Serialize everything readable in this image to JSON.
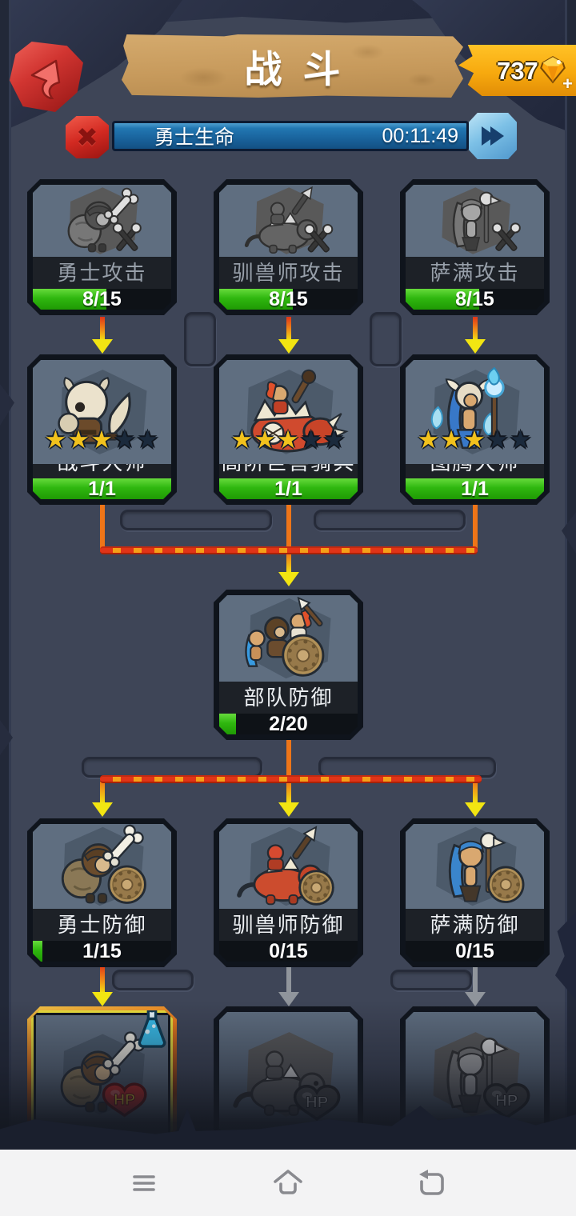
{
  "header": {
    "title": "战斗",
    "currency": {
      "amount": "737",
      "add_label": "+"
    }
  },
  "timer": {
    "label": "勇士生命",
    "time": "00:11:49"
  },
  "colors": {
    "accent_gold": "#f7a90e",
    "progress_green": "#2fb70f",
    "timer_blue": "#1a659f",
    "lava_red": "#e03418",
    "arrow_yellow": "#f2e512",
    "inactive_grey": "#90959c"
  },
  "tree": {
    "nodes": [
      {
        "id": "warrior-attack",
        "label": "勇士攻击",
        "progress": "8/15",
        "pct": 53,
        "col": 0,
        "row": "r1",
        "state": "locked",
        "icon": "warriorAtk"
      },
      {
        "id": "beastmaster-attack",
        "label": "驯兽师攻击",
        "progress": "8/15",
        "pct": 53,
        "col": 1,
        "row": "r1",
        "state": "locked",
        "icon": "beastAtk"
      },
      {
        "id": "shaman-attack",
        "label": "萨满攻击",
        "progress": "8/15",
        "pct": 53,
        "col": 2,
        "row": "r1",
        "state": "locked",
        "icon": "shamanAtk"
      },
      {
        "id": "battle-master",
        "label": "战斗大师",
        "progress": "1/1",
        "pct": 100,
        "stars": 3,
        "stars_total": 5,
        "col": 0,
        "row": "r2",
        "state": "active",
        "icon": "warriorMaster"
      },
      {
        "id": "beast-cavalry",
        "label": "高阶巨兽骑兵",
        "progress": "1/1",
        "pct": 100,
        "stars": 3,
        "stars_total": 5,
        "col": 1,
        "row": "r2",
        "state": "active",
        "icon": "beastRider"
      },
      {
        "id": "totem-master",
        "label": "图腾大师",
        "progress": "1/1",
        "pct": 100,
        "stars": 3,
        "stars_total": 5,
        "col": 2,
        "row": "r2",
        "state": "active",
        "icon": "totem"
      },
      {
        "id": "troop-defense",
        "label": "部队防御",
        "progress": "2/20",
        "pct": 12,
        "col": 1,
        "row": "rc",
        "state": "active",
        "icon": "squad"
      },
      {
        "id": "warrior-defense",
        "label": "勇士防御",
        "progress": "1/15",
        "pct": 7,
        "col": 0,
        "row": "r4",
        "state": "active",
        "icon": "warriorDef"
      },
      {
        "id": "beastmaster-defense",
        "label": "驯兽师防御",
        "progress": "0/15",
        "pct": 0,
        "col": 1,
        "row": "r4",
        "state": "active",
        "icon": "beastDef"
      },
      {
        "id": "shaman-defense",
        "label": "萨满防御",
        "progress": "0/15",
        "pct": 0,
        "col": 2,
        "row": "r4",
        "state": "active",
        "icon": "shamanDef"
      },
      {
        "id": "warrior-hp",
        "col": 0,
        "row": "r5",
        "state": "hot",
        "icon": "warriorHp",
        "flask": true
      },
      {
        "id": "beastmaster-hp",
        "col": 1,
        "row": "r5",
        "state": "locked",
        "icon": "beastHp"
      },
      {
        "id": "shaman-hp",
        "col": 2,
        "row": "r5",
        "state": "locked",
        "icon": "shamanHp"
      }
    ]
  },
  "nav": {
    "icons": [
      "menu",
      "home",
      "back"
    ]
  }
}
